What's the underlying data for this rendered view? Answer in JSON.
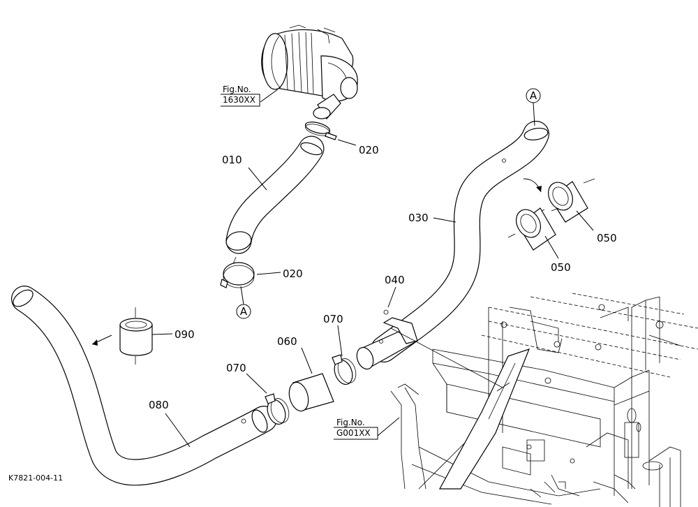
{
  "diagram": {
    "drawing_number": "K7821-004-11",
    "fig_refs": {
      "air_cleaner": {
        "line1": "Fig.No.",
        "line2": "1630XX"
      },
      "frame": {
        "line1": "Fig.No.",
        "line2": "G001XX"
      }
    },
    "callouts": {
      "p010": "010",
      "p020_top": "020",
      "p020_bottom": "020",
      "p030": "030",
      "p040": "040",
      "p050_top": "050",
      "p050_bottom": "050",
      "p060": "060",
      "p070_left": "070",
      "p070_right": "070",
      "p080": "080",
      "p090": "090"
    },
    "connection_markers": {
      "top": "A",
      "bottom": "A"
    }
  }
}
